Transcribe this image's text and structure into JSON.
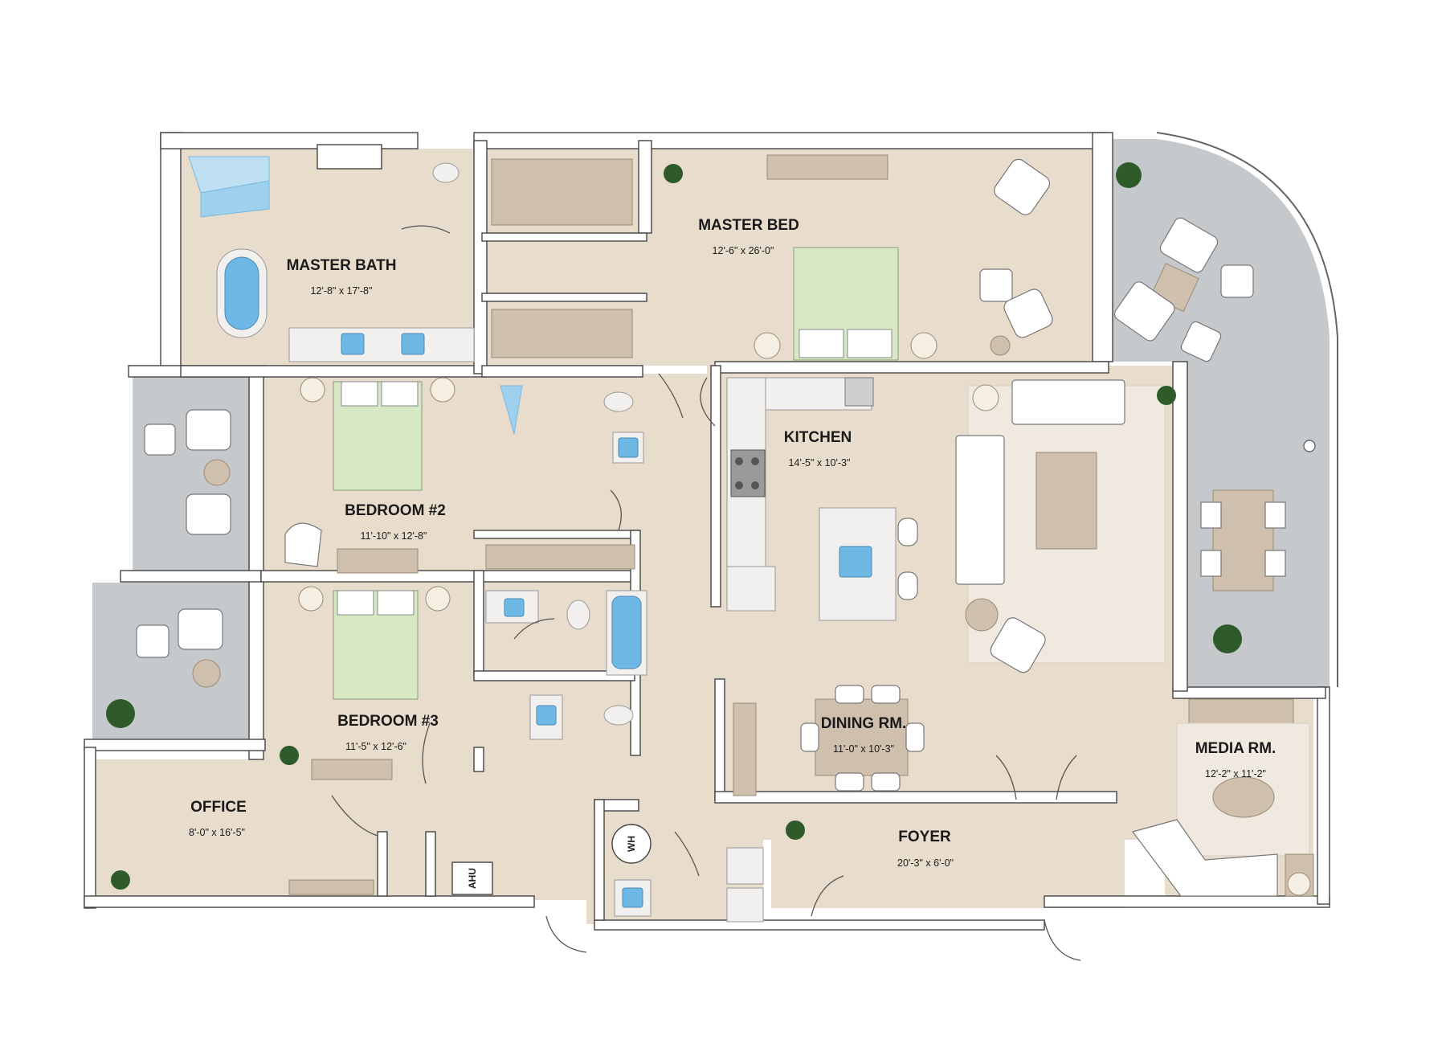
{
  "rooms": {
    "master_bath": {
      "name": "MASTER BATH",
      "dims": "12'-8\" x 17'-8\""
    },
    "master_bed": {
      "name": "MASTER BED",
      "dims": "12'-6\" x 26'-0\""
    },
    "kitchen": {
      "name": "KITCHEN",
      "dims": "14'-5\" x 10'-3\""
    },
    "bedroom2": {
      "name": "BEDROOM #2",
      "dims": "11'-10\" x 12'-8\""
    },
    "bedroom3": {
      "name": "BEDROOM #3",
      "dims": "11'-5\" x 12'-6\""
    },
    "dining": {
      "name": "DINING RM.",
      "dims": "11'-0\" x 10'-3\""
    },
    "media": {
      "name": "MEDIA RM.",
      "dims": "12'-2\" x 11'-2\""
    },
    "office": {
      "name": "OFFICE",
      "dims": "8'-0\" x 16'-5\""
    },
    "foyer": {
      "name": "FOYER",
      "dims": "20'-3\" x 6'-0\""
    }
  },
  "fixtures": {
    "water_heater": "WH",
    "air_handler": "AHU"
  },
  "colors": {
    "floor": "#e8dccd",
    "patio": "#c6c9cc",
    "bed_sheet": "#d6e8c4",
    "water": "#6eb8e6",
    "wall": "#ffffff"
  }
}
